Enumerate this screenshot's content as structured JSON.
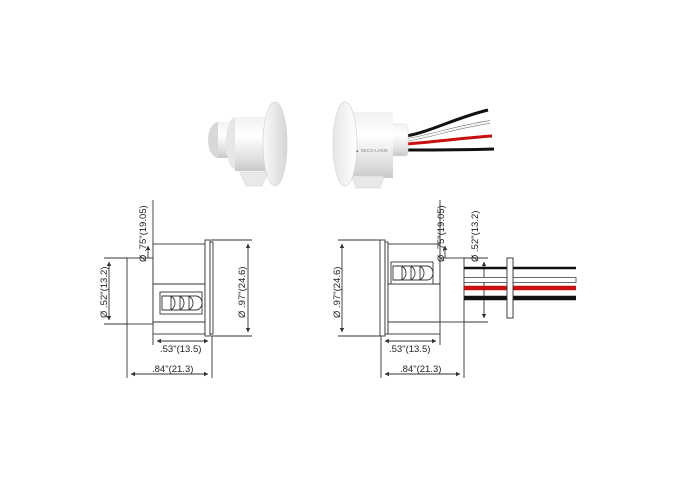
{
  "photo": {
    "brand_text": "▲ SECO-LARM"
  },
  "colors": {
    "wire_black": "#111111",
    "wire_white": "#f4f4f4",
    "wire_red": "#c81010",
    "line": "#333333"
  },
  "left_drawing": {
    "dia_075": "Ø .75\"(19.05)",
    "dia_052": "Ø .52\"(13.2)",
    "dia_097": "Ø .97\"(24.6)",
    "len_053": ".53\"(13.5)",
    "len_084": ".84\"(21.3)"
  },
  "right_drawing": {
    "dia_097": "Ø .97\"(24.6)",
    "dia_075": "Ø .75\"(19.05)",
    "dia_052": "Ø .52\"(13.2)",
    "len_053": ".53\"(13.5)",
    "len_084": ".84\"(21.3)"
  }
}
